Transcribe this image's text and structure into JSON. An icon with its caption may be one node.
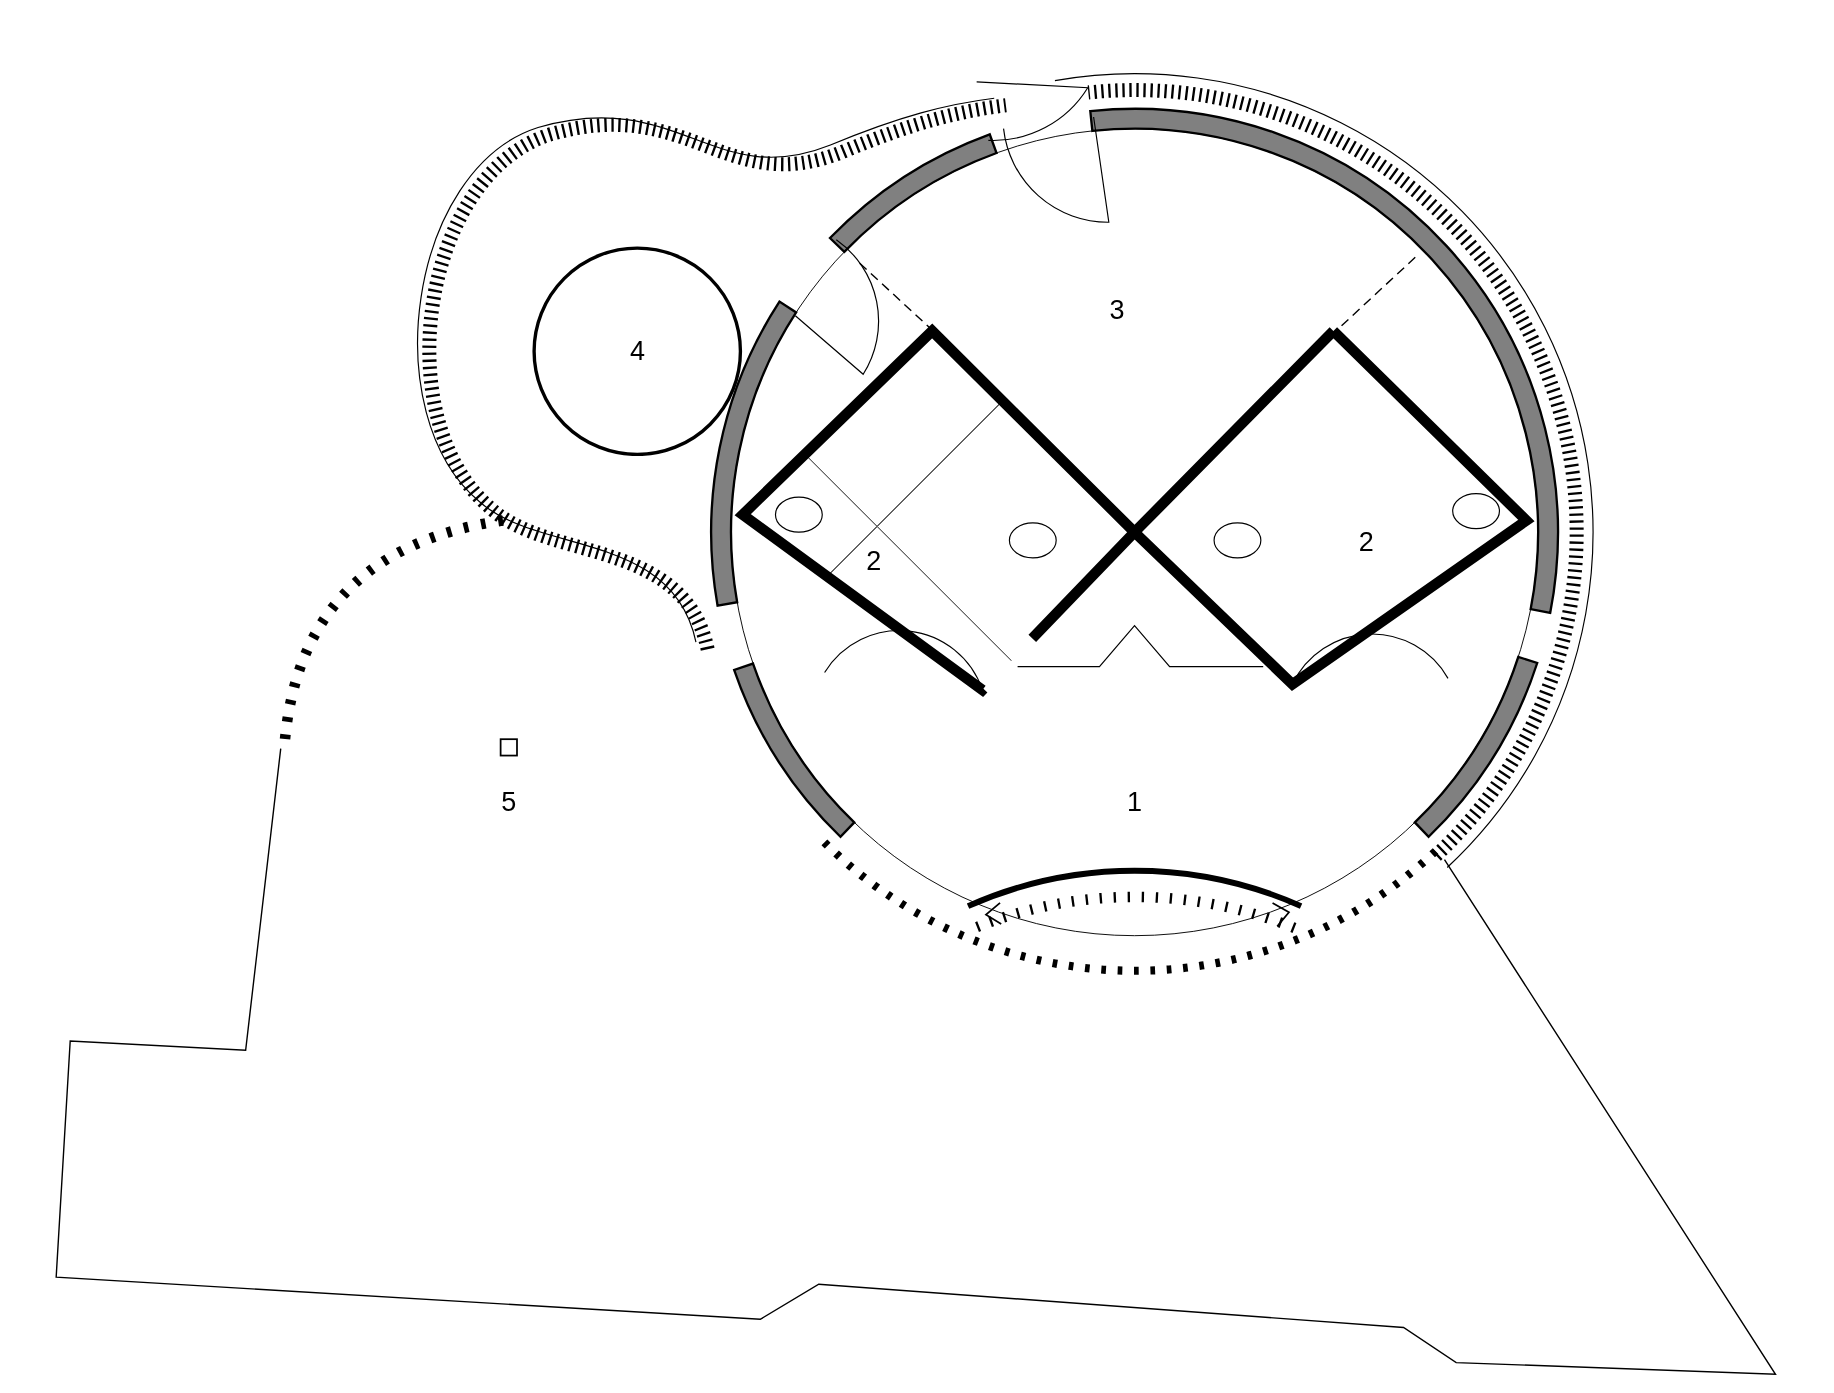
{
  "diagram": {
    "nodes": [
      {
        "text": [
          "4"
        ]
      }
    ],
    "labels": [
      "3",
      "2",
      "2",
      "1",
      "5"
    ]
  }
}
